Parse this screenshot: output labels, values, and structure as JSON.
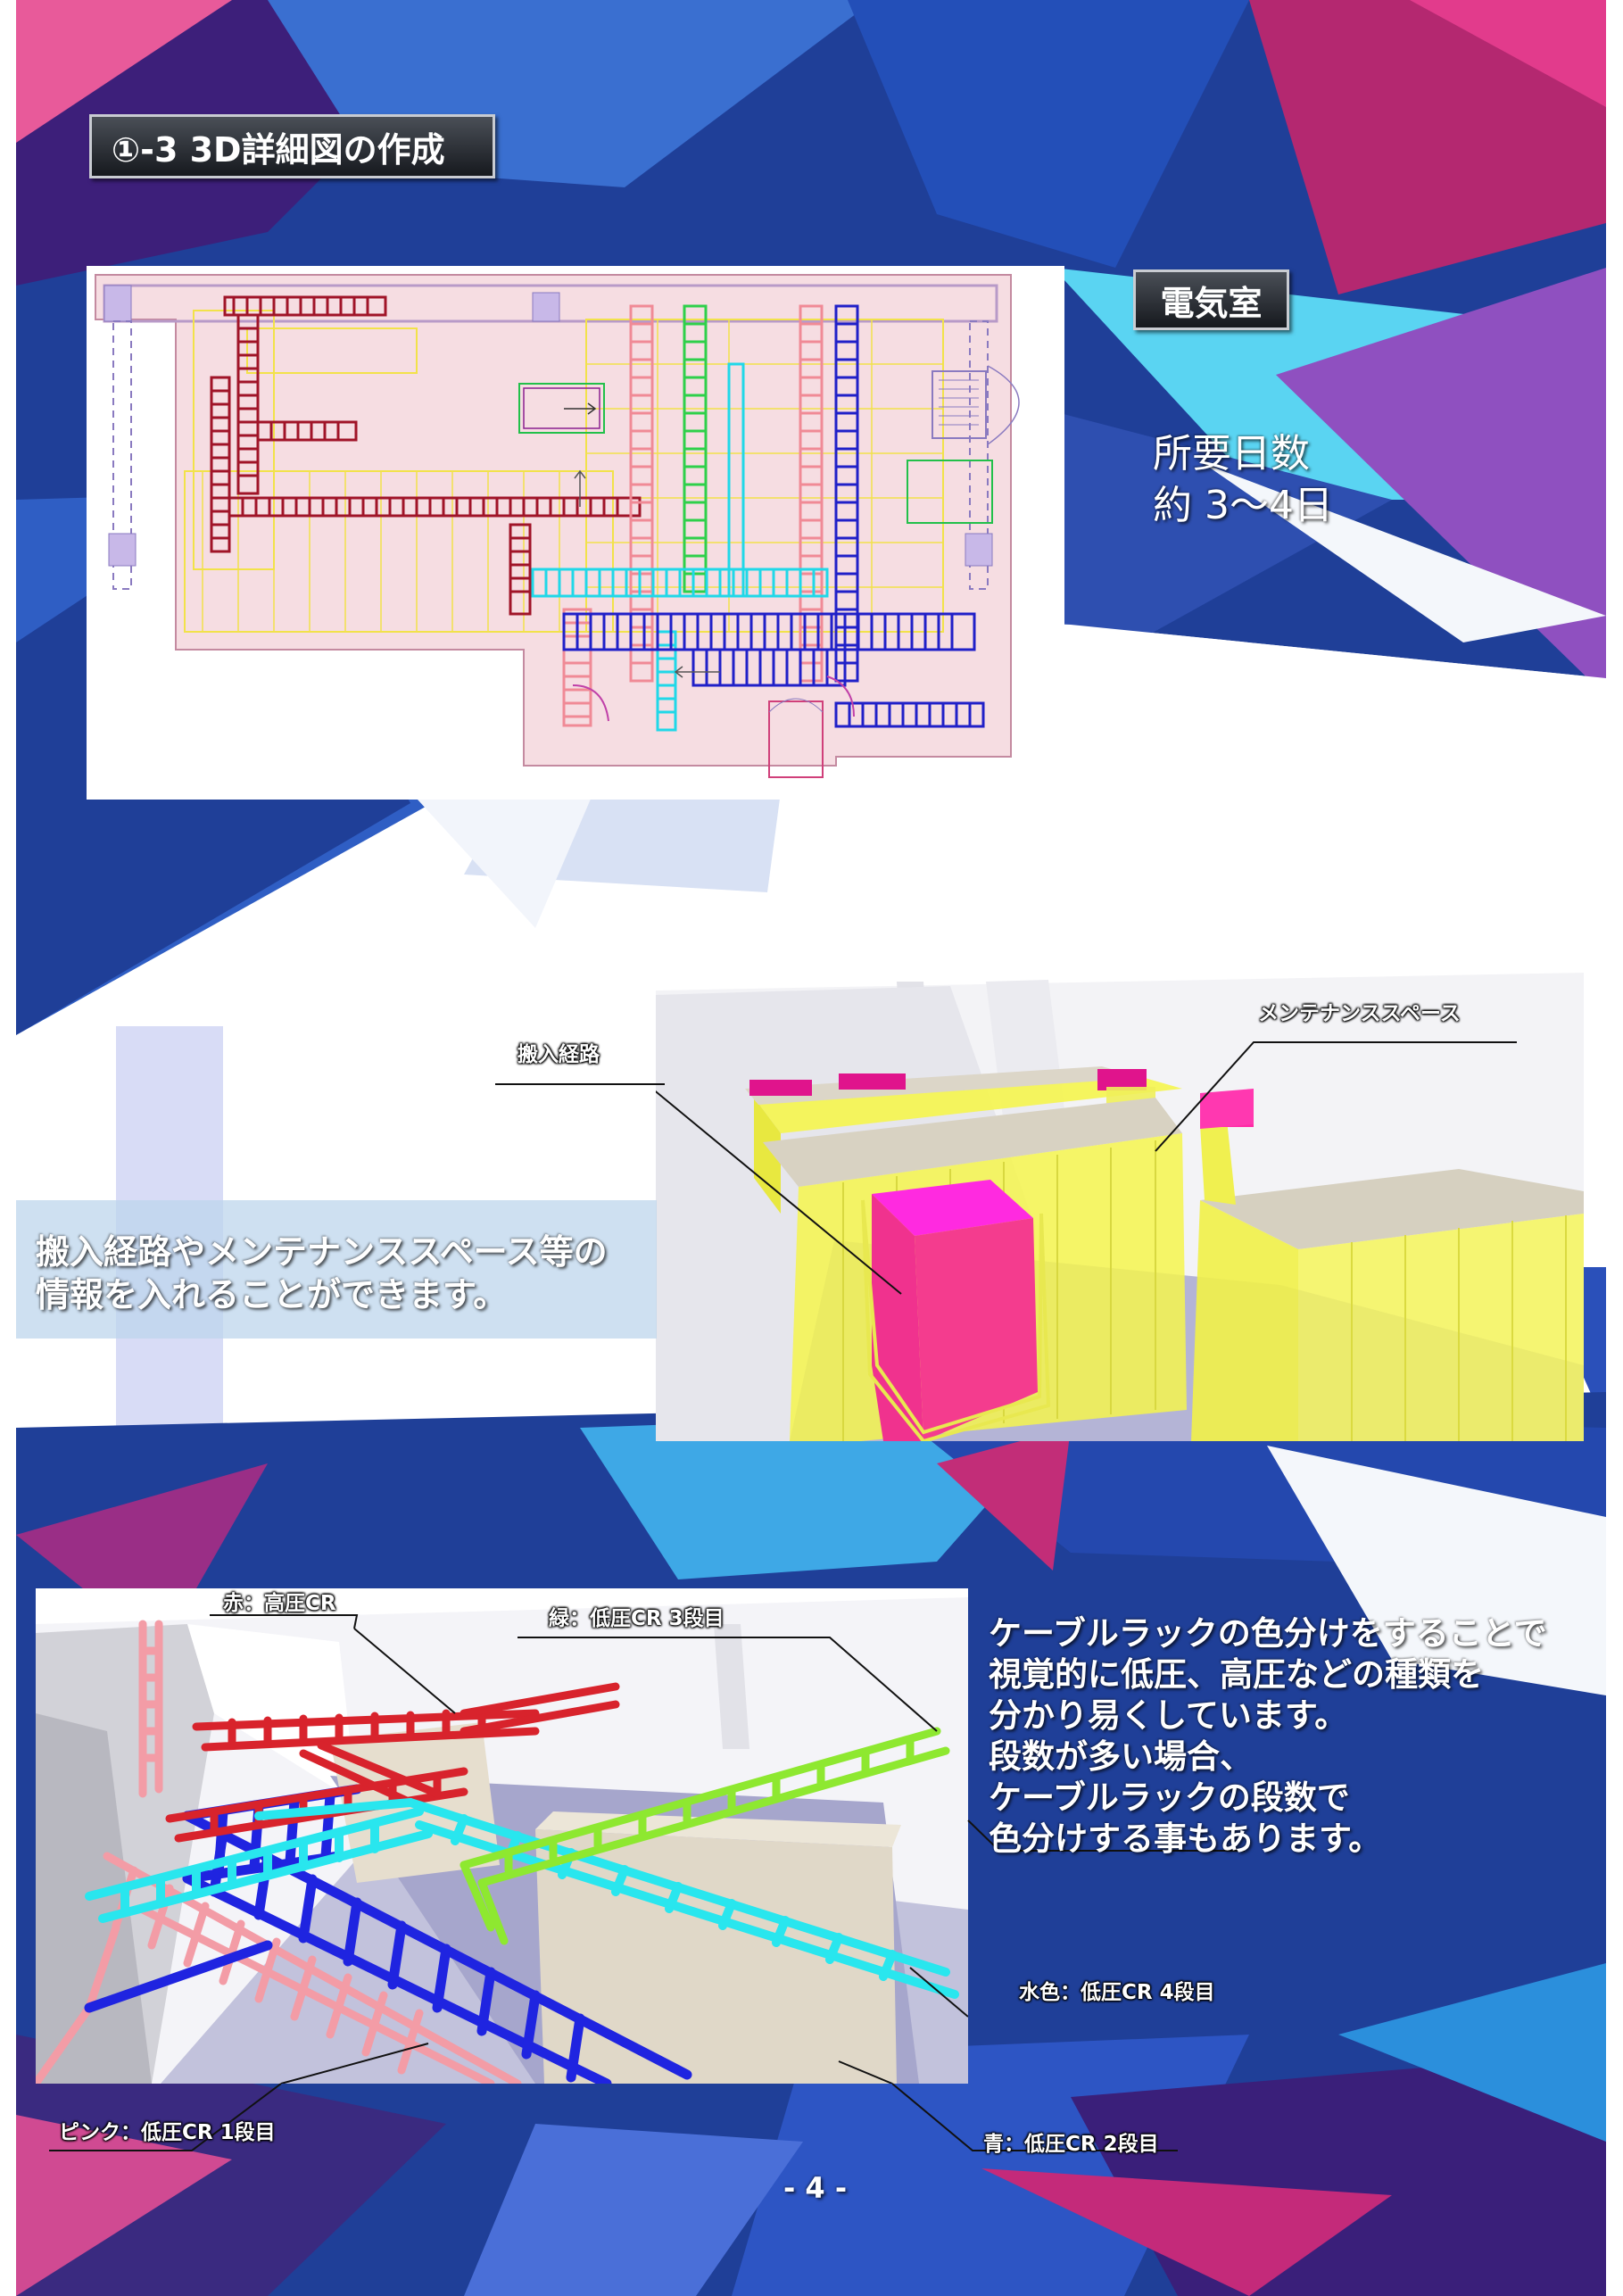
{
  "header": {
    "title": "①-3 3D詳細図の作成"
  },
  "room_badge": "電気室",
  "duration": {
    "label": "所要日数",
    "value": "約 3〜4日"
  },
  "render1": {
    "callouts": {
      "carry_route": "搬入経路",
      "maintenance_space": "メンテナンススペース"
    },
    "note_lines": [
      "搬入経路やメンテナンススペース等の",
      "情報を入れることができます。"
    ]
  },
  "render2": {
    "callouts": {
      "red": "赤：高圧CR",
      "green": "緑：低圧CR 3段目",
      "cyan": "水色：低圧CR 4段目",
      "pink": "ピンク：低圧CR 1段目",
      "blue": "青：低圧CR 2段目"
    },
    "note_lines": [
      "ケーブルラックの色分けをすることで",
      "視覚的に低圧、高圧などの種類を",
      "分かり易くしています。",
      "段数が多い場合、",
      "ケーブルラックの段数で",
      "色分けする事もあります。"
    ]
  },
  "footer": {
    "page_number": "- 4 -"
  },
  "colors": {
    "navy": "#1c3a8e",
    "cyan": "#46c8ee",
    "magenta": "#c0226e",
    "purple": "#6a4aa8",
    "rack_red": "#d81f2a",
    "rack_blue": "#1b2fd6",
    "rack_cyan": "#27e4f2",
    "rack_green": "#86e22c",
    "rack_pink": "#f09aa2",
    "panel_yellow": "#f2f24a",
    "box_magenta": "#ff2aa6"
  }
}
